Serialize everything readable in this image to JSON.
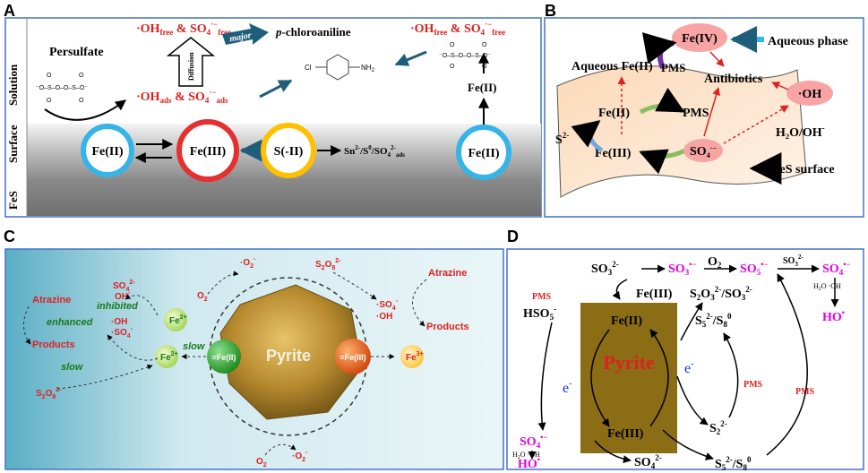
{
  "panels": {
    "A": {
      "letter": "A",
      "zones": [
        "Solution",
        "Surface",
        "FeS"
      ],
      "persulfate": "Persulfate",
      "oh_so4_free_left": "·OH",
      "free_sub": "free",
      "amp": " & SO",
      "so4_sup": "4",
      "radical": "·−",
      "diffusion": "Diffusion",
      "major": "major",
      "pca_prefix": "p",
      "pca_rest": "-chloroaniline",
      "cl": "Cl",
      "nh2": "NH",
      "two": "2",
      "ads_oh": "·OH",
      "ads_sub": "ads",
      "fe2": "Fe(II)",
      "fe3": "Fe(III)",
      "s2": "S(-II)",
      "sn": "Sn",
      "s0": "/S",
      "so4ads": "/SO",
      "fe2_right": "Fe(II)",
      "fe2_mid": "Fe(II)"
    },
    "B": {
      "letter": "B",
      "aqueous_fe": "Aqueous Fe(II)",
      "fe4": "Fe(IV)",
      "aqueous_phase": "Aqueous phase",
      "pms_top": "PMS",
      "antibiotics": "Antibiotics",
      "oh": "·OH",
      "fe2": "Fe(II)",
      "pms": "PMS",
      "s2": "S",
      "fe3": "Fe(III)",
      "so4": "SO",
      "h2o": "H₂O/OH",
      "fes_surface": "FeS surface"
    },
    "C": {
      "letter": "C",
      "pyrite": "Pyrite",
      "fe_ii": "≡Fe(II)",
      "fe_iii": "≡Fe(III)",
      "fe2plus": "Fe",
      "fe3plus": "Fe",
      "atrazine_left": "Atrazine",
      "enhanced": "enhanced",
      "products_left": "Products",
      "inhibited": "inhibited",
      "slow1": "slow",
      "slow2": "slow",
      "so4_2": "SO",
      "oh_minus": "OH",
      "oh_rad": "·OH",
      "so4_rad": "·SO",
      "o2": "O",
      "o2rad_top": "·O",
      "s2o8": "S",
      "atrazine_right": "Atrazine",
      "products_right": "Products",
      "o2_bottom": "O",
      "o2rad_bottom": "·O"
    },
    "D": {
      "letter": "D",
      "pyrite": "Pyrite",
      "so3": "SO",
      "o2": "O",
      "so3_reag": "SO",
      "pms_left": "PMS",
      "hso5": "HSO",
      "fe3_top": "Fe(III)",
      "fe2": "Fe(II)",
      "fe3": "Fe(III)",
      "s2o3": "S",
      "s5s8": "S",
      "pms_mid": "PMS",
      "pms_right": "PMS",
      "s2_2": "S",
      "so4_2": "SO",
      "e_left": "e",
      "e_right": "e",
      "h2o": "H",
      "oh": "·OH",
      "ho": "HO"
    }
  },
  "colors": {
    "panel_border": "#4472c4",
    "red": "#e02020",
    "magenta": "#e000e0",
    "green": "#1a7a1a",
    "blue": "#1030e0",
    "cyan_ring": "#35b4e8",
    "red_ring": "#e53030",
    "yellow_ring": "#ffc000",
    "pyrite_box": "#8a6d14"
  }
}
